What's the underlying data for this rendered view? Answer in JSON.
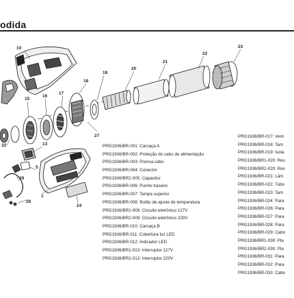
{
  "header": {
    "title": "odida"
  },
  "callouts": [
    "10",
    "22",
    "23",
    "21",
    "20",
    "19",
    "18",
    "17",
    "16",
    "15",
    "27",
    "13",
    "5",
    "29",
    "26",
    "1",
    "24",
    "32"
  ],
  "parts_left": [
    "PRG1936/BR-001: Carcaça A",
    "PRG1936/BR-002: Proteção do cabo de alimentação",
    "PRG1936/BR-003: Prensa cabo",
    "PRG1936/BR-004: Conector",
    "PRG1936/BR2-005: Capacitor",
    "PRG1936/BR-006: Punho traseiro",
    "PRG1936/BR-007: Tampa superior",
    "PRG1936/BR-008: Botão de ajuste de temperatura",
    "PRG1936/BR1-009: Circuito eletrônico 127V",
    "PRG1936/BR2-009: Circuito eletrônico 220V",
    "PRG1936/BR-010: Carcaça B",
    "PRG1936/BR-011: Cobertura luz LED",
    "PRG1936/BR-012: Indicador LED",
    "PRG1936/BR1-013: Interruptor 127V",
    "PRG1936/BR2-013: Interruptor 220V"
  ],
  "parts_right": [
    "PRG1936/BR-017: Vent",
    "PRG1936/BR-018: Tam",
    "PRG1936/BR-019: Isola",
    "PRG1936/BR1-020: Res",
    "PRG1936/BR2-020: Res",
    "PRG1936/BR-021: Lâm",
    "PRG1936/BR-022: Tubo",
    "PRG1936/BR-023: Tam",
    "PRG1936/BR-024: Para",
    "PRG1936/BR-026: Para",
    "PRG1936/BR-027: Para",
    "PRG1936/BR-028: Para",
    "PRG1936/BR-029: Cabo",
    "PRG1936/BR1-030: Pla",
    "PRG1936/BR2-030: Pla",
    "PRG1936/BR-031: Para",
    "PRG1936/BR-032: Para",
    "PRG1936/BR-033: Cabo"
  ]
}
